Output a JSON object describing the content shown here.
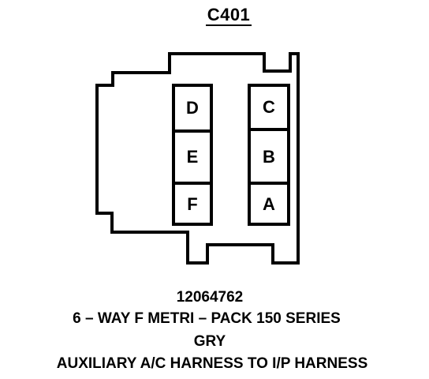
{
  "connector": {
    "id": "C401",
    "part_number": "12064762",
    "type": "6 – WAY F METRI – PACK 150 SERIES",
    "color": "GRY",
    "description": "AUXILIARY A/C HARNESS TO I/P HARNESS"
  },
  "pins": {
    "left_column": [
      "D",
      "E",
      "F"
    ],
    "right_column": [
      "C",
      "B",
      "A"
    ]
  }
}
